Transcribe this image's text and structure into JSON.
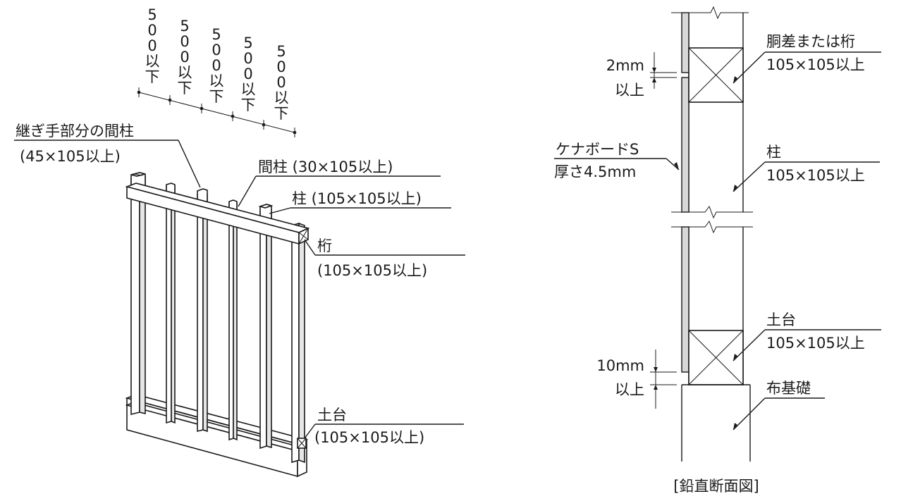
{
  "left_view": {
    "spacing_labels": [
      [
        "5",
        "0",
        "0",
        "以",
        "下"
      ],
      [
        "5",
        "0",
        "0",
        "以",
        "下"
      ],
      [
        "5",
        "0",
        "0",
        "以",
        "下"
      ],
      [
        "5",
        "0",
        "0",
        "以",
        "下"
      ],
      [
        "5",
        "0",
        "0",
        "以",
        "下"
      ]
    ],
    "joint_stud_label": "継ぎ手部分の間柱",
    "joint_stud_size": "(45×105以上)",
    "stud_label": "間柱 (30×105以上)",
    "post_label": "柱 (105×105以上)",
    "beam_label": "桁",
    "beam_size": "(105×105以上)",
    "sill_label": "土台",
    "sill_size": "(105×105以上)"
  },
  "right_view": {
    "gap_top": "2mm",
    "gap_top_unit": "以上",
    "board_label": "ケナボードS",
    "board_thickness": "厚さ4.5mm",
    "girder_label": "胴差または桁",
    "girder_size": "105×105以上",
    "post_label": "柱",
    "post_size": "105×105以上",
    "sill_label": "土台",
    "sill_size": "105×105以上",
    "gap_bottom": "10mm",
    "gap_bottom_unit": "以上",
    "foundation_label": "布基礎",
    "caption": "[鉛直断面図]"
  }
}
